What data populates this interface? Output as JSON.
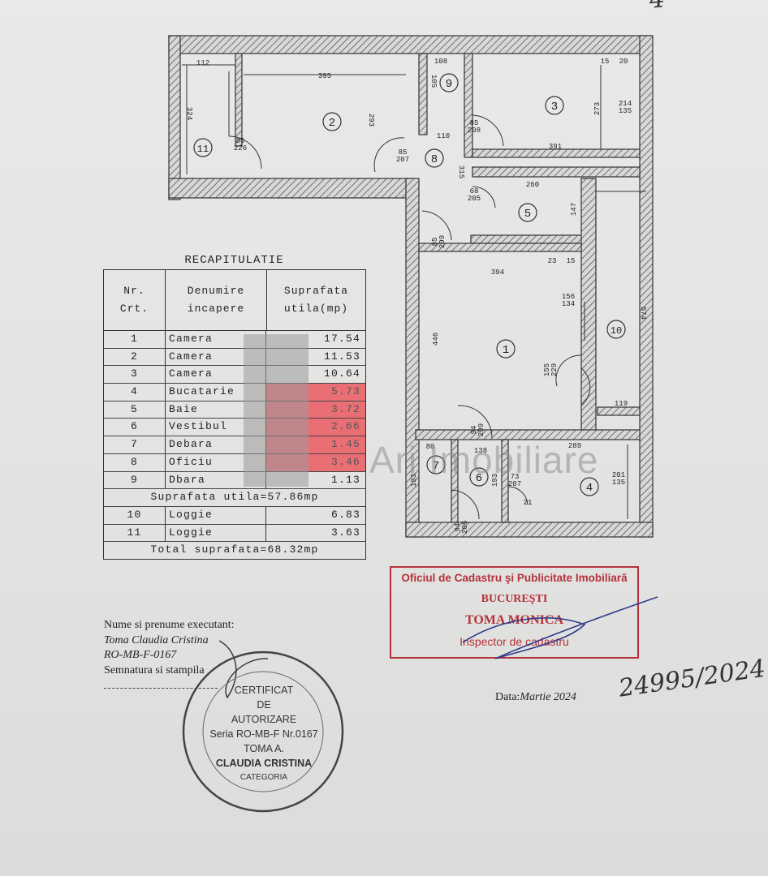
{
  "page": {
    "top_handwritten": "4"
  },
  "plan": {
    "rooms": [
      "1",
      "2",
      "3",
      "4",
      "5",
      "6",
      "7",
      "8",
      "9",
      "10",
      "11"
    ],
    "dims": {
      "d112": "112",
      "d395": "395",
      "d108": "108",
      "d15": "15",
      "d20": "20",
      "d324": "324",
      "d293": "293",
      "d85_226": "85\n226",
      "d105": "105",
      "d110": "110",
      "d85_208": "85\n208",
      "d273": "273",
      "d214_135": "214\n135",
      "d85_207": "85\n207",
      "d391": "391",
      "d315": "315",
      "d260": "260",
      "d68_205": "68\n205",
      "d147": "147",
      "d85_209": "85\n209",
      "d394": "394",
      "d23": "23",
      "d15b": "15",
      "d446": "446",
      "d156_134": "156\n134",
      "d574": "574",
      "d155_229": "155\n229",
      "d119": "119",
      "d94_209": "94\n209",
      "d80": "80",
      "d138": "138",
      "d289": "289",
      "d193": "193",
      "d193b": "193",
      "d73_207": "73\n207",
      "d21": "21",
      "d201_135": "201\n135",
      "d94_206": "94\n206"
    }
  },
  "recap": {
    "title": "RECAPITULATIE",
    "headers": {
      "nr": "Nr.\nCrt.",
      "name": "Denumire\nincapere",
      "area": "Suprafata\nutila(mp)"
    },
    "rows": [
      {
        "nr": "1",
        "name": "Camera",
        "area": "17.54"
      },
      {
        "nr": "2",
        "name": "Camera",
        "area": "11.53"
      },
      {
        "nr": "3",
        "name": "Camera",
        "area": "10.64"
      },
      {
        "nr": "4",
        "name": "Bucatarie",
        "area": "5.73"
      },
      {
        "nr": "5",
        "name": "Baie",
        "area": "3.72"
      },
      {
        "nr": "6",
        "name": "Vestibul",
        "area": "2.66"
      },
      {
        "nr": "7",
        "name": "Debara",
        "area": "1.45"
      },
      {
        "nr": "8",
        "name": "Oficiu",
        "area": "3.46"
      },
      {
        "nr": "9",
        "name": "Dbara",
        "area": "1.13"
      }
    ],
    "subtotal": "Suprafata utila=57.86mp",
    "loggias": [
      {
        "nr": "10",
        "name": "Loggie",
        "area": "6.83"
      },
      {
        "nr": "11",
        "name": "Loggie",
        "area": "3.63"
      }
    ],
    "total": "Total suprafata=68.32mp"
  },
  "watermark": "Ari Imobiliare",
  "ocpi_stamp": {
    "line1": "Oficiul de Cadastru şi Publicitate Imobiliară",
    "line2": "BUCUREŞTI",
    "line3": "TOMA MONICA",
    "line4": "Inspector de cadastru"
  },
  "executant": {
    "label": "Nume si prenume executant:",
    "name": "Toma Claudia Cristina",
    "code": "RO-MB-F-0167",
    "sign_label": "Semnatura si stampila"
  },
  "round_stamp": {
    "l1": "CERTIFICAT",
    "l2": "DE",
    "l3": "AUTORIZARE",
    "l4": "Seria RO-MB-F Nr.0167",
    "l5": "TOMA A.",
    "l6": "CLAUDIA CRISTINA",
    "l7": "CATEGORIA"
  },
  "date": {
    "label": "Data:",
    "value": "Martie 2024"
  },
  "handwritten_number": "24995/2024",
  "colors": {
    "highlight": "#ea6f75",
    "stamp_red": "#b5323a",
    "wall_hatch": "#555"
  }
}
